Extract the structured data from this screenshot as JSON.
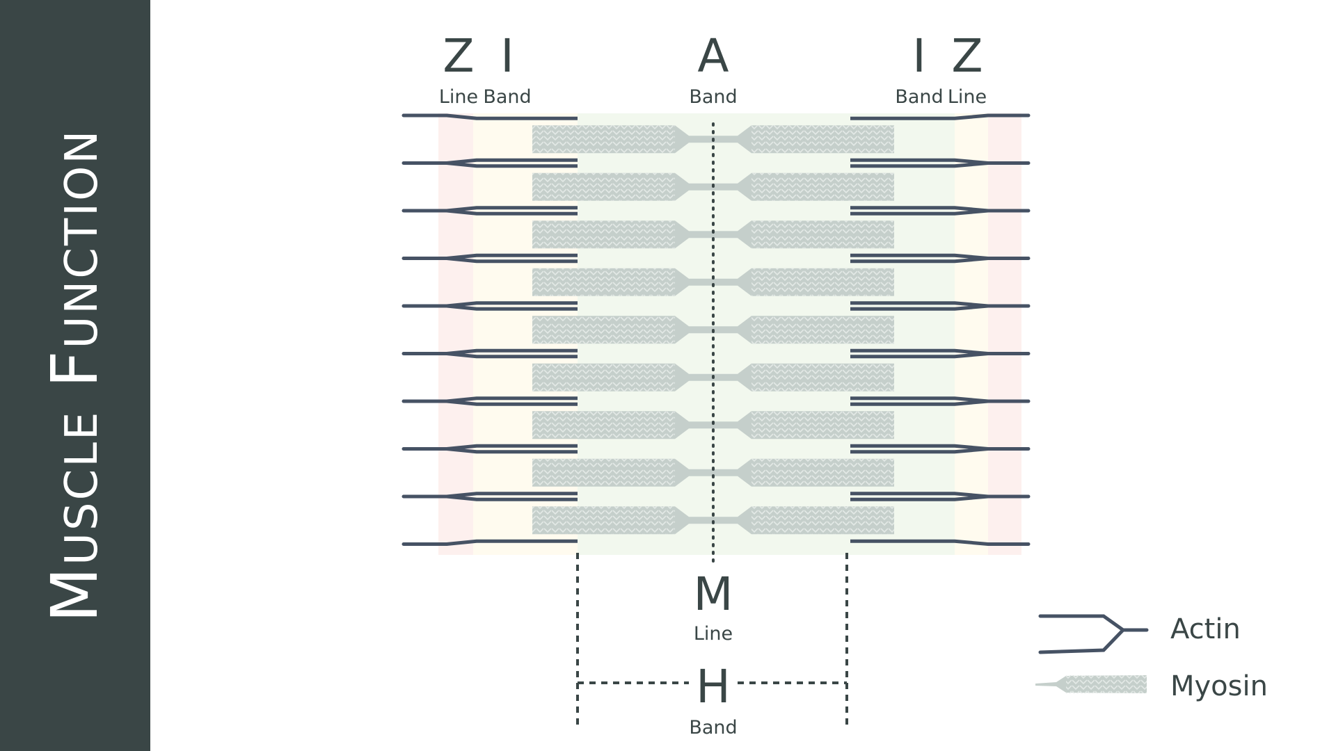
{
  "title": "Muscle Function",
  "labels": {
    "z_left": {
      "letter": "Z",
      "sub": "Line"
    },
    "i_left": {
      "letter": "I",
      "sub": "Band"
    },
    "a_band": {
      "letter": "A",
      "sub": "Band"
    },
    "i_right": {
      "letter": "I",
      "sub": "Band"
    },
    "z_right": {
      "letter": "Z",
      "sub": "Line"
    },
    "m_line": {
      "letter": "M",
      "sub": "Line"
    },
    "h_band": {
      "letter": "H",
      "sub": "Band"
    }
  },
  "legend": {
    "actin": "Actin",
    "myosin": "Myosin"
  },
  "colors": {
    "sidebar": "#3a4646",
    "actin": "#465264",
    "myosin": "#c5cfcb",
    "a_band_fill": "#f2f8ee",
    "i_band_fill": "#fffbef",
    "z_fill": "#fdf0ee"
  }
}
